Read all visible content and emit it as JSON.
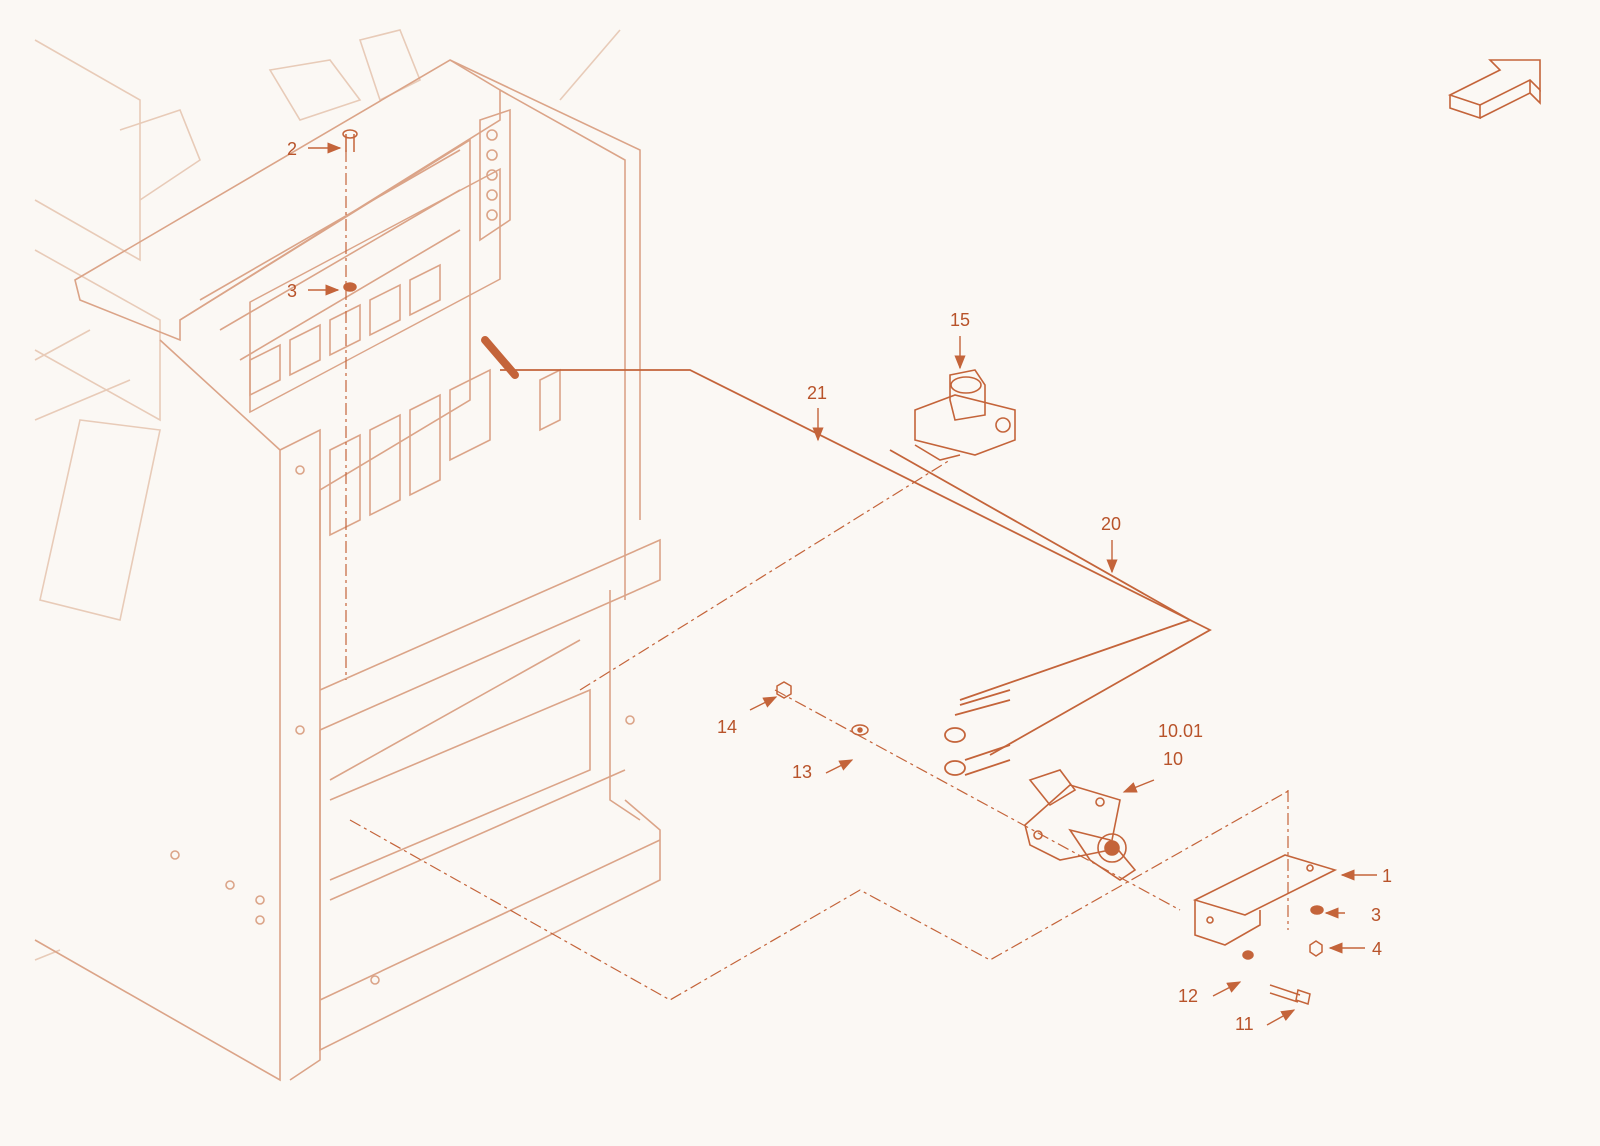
{
  "colors": {
    "line_dark": "#c4643a",
    "line_mid": "#dba488",
    "line_faint": "#e8cbb8",
    "text": "#b8532a",
    "background": "#fbf8f4"
  },
  "callouts": {
    "c1": "1",
    "c2": "2",
    "c3_top": "3",
    "c3_right": "3",
    "c4": "4",
    "c10": "10",
    "c10_01": "10.01",
    "c11": "11",
    "c12": "12",
    "c13": "13",
    "c14": "14",
    "c15": "15",
    "c20": "20",
    "c21": "21"
  },
  "icons": {
    "orientation": "direction-arrow-icon"
  }
}
